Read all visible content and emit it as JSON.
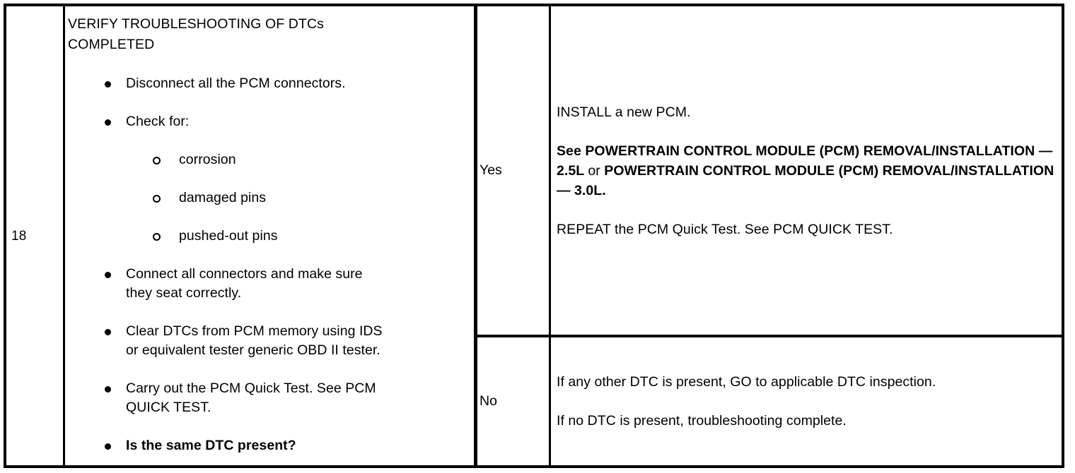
{
  "document": {
    "type": "diagnostic-procedure-table",
    "step_number": "18"
  },
  "columns": {
    "step_header": "18",
    "condition_header": "VERIFY TROUBLESHOOTING OF DTCs COMPLETED"
  },
  "condition": {
    "title": "VERIFY TROUBLESHOOTING OF DTCs\nCOMPLETED",
    "bullets": [
      {
        "text": "Disconnect all the PCM connectors.",
        "bold": false,
        "sub_items": []
      },
      {
        "text": "Check for:",
        "bold": false,
        "sub_items": [
          "corrosion",
          "damaged pins",
          "pushed-out pins"
        ]
      },
      {
        "text": "Connect all connectors and make sure\nthey seat correctly.",
        "bold": false,
        "sub_items": []
      },
      {
        "text": "Clear DTCs from PCM memory using IDS\nor equivalent tester generic OBD II tester.",
        "bold": false,
        "sub_items": []
      },
      {
        "text": "Carry out the PCM Quick Test. See PCM\nQUICK TEST.",
        "bold": false,
        "sub_items": []
      },
      {
        "text": "Is the same DTC present?",
        "bold": true,
        "sub_items": []
      }
    ]
  },
  "results": [
    {
      "label": "Yes",
      "actions": [
        {
          "text": "INSTALL a new PCM.",
          "bold": false
        },
        {
          "text": "See POWERTRAIN CONTROL MODULE (PCM) REMOVAL/INSTALLATION — 2.5L or POWERTRAIN CONTROL MODULE (PCM) REMOVAL/INSTALLATION — 3.0L.",
          "bold": true
        },
        {
          "text": "REPEAT the PCM Quick Test. See PCM QUICK TEST.",
          "bold": false
        }
      ]
    },
    {
      "label": "No",
      "actions": [
        {
          "text": "If any other DTC is present, GO to applicable DTC inspection.",
          "bold": false
        },
        {
          "text": "If no DTC is present, troubleshooting complete.",
          "bold": false
        }
      ]
    }
  ],
  "style": {
    "ink": "#000000",
    "paper": "#ffffff"
  }
}
